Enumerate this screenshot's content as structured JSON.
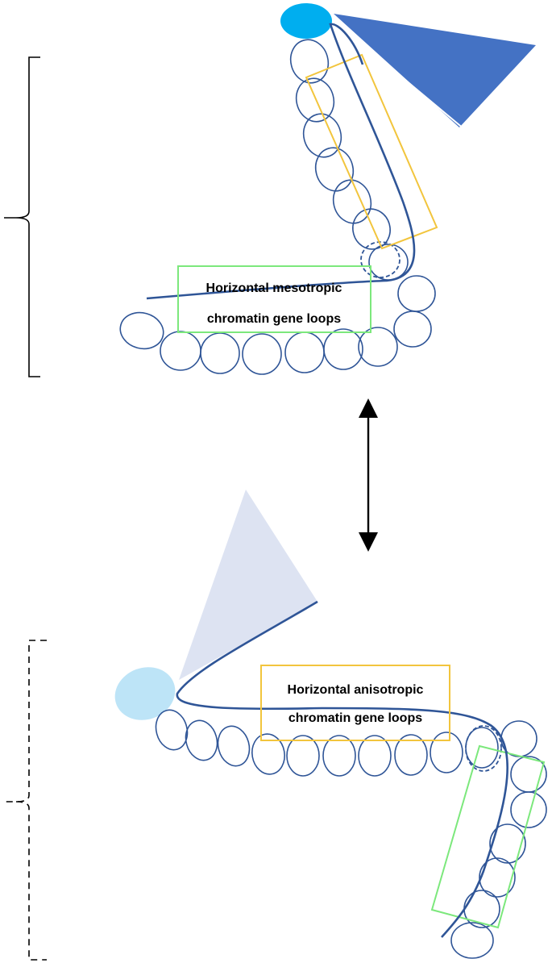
{
  "top_panel": {
    "label_line1": "Horizontal mesotropic",
    "label_line2": "chromatin gene loops",
    "label_box_color": "#7CE87C",
    "gene_box_color": "#F2C53D",
    "tss_color": "#00AEEF",
    "transcript_color": "#4472C4",
    "chromatin_color": "#2F5597"
  },
  "bottom_panel": {
    "label_line1": "Horizontal anisotropic",
    "label_line2": "chromatin gene loops",
    "label_box_color": "#F2C53D",
    "gene_box_color": "#7CE87C",
    "tss_color": "#BDE4F7",
    "transcript_color": "#DDE3F2",
    "chromatin_color": "#2F5597"
  },
  "connector": {
    "type": "double-headed-arrow",
    "color": "#000000"
  }
}
